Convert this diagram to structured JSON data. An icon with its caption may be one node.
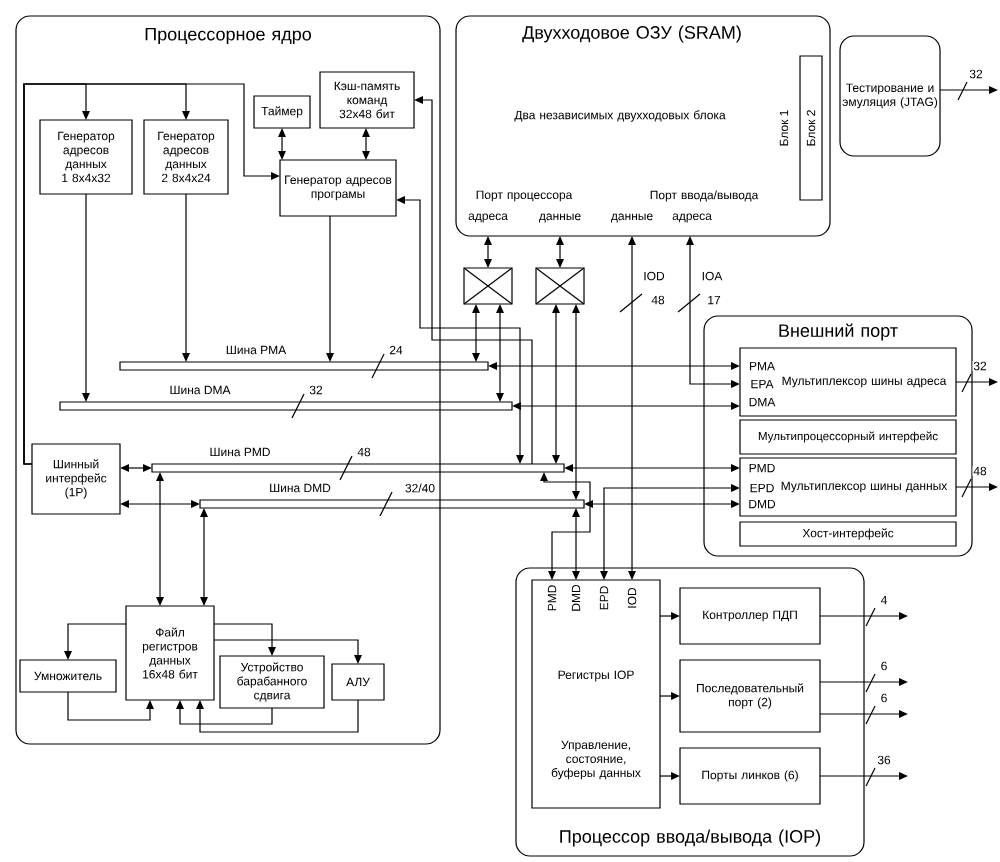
{
  "diagram": {
    "nodes": [
      {
        "text": [
          "Процессорное ядро"
        ]
      },
      {
        "text": [
          "Генератор адресов данных 1 8x4x32"
        ],
        "in": 0
      },
      {
        "text": [
          "Генератор адресов данных 2 8x4x24"
        ],
        "in": 0
      },
      {
        "text": [
          "Таймер"
        ],
        "in": 0
      },
      {
        "text": [
          "Кэш-память команд 32x48 бит"
        ],
        "in": 0
      },
      {
        "text": [
          "Генератор адресов програмы"
        ],
        "in": 0
      },
      {
        "text": [
          "Шинный интерфейс (1P)"
        ],
        "in": 0
      },
      {
        "text": [
          "Файл регистров данных 16x48 бит"
        ],
        "in": 0
      },
      {
        "text": [
          "Умножитель"
        ],
        "in": 0
      },
      {
        "text": [
          "Устройство барабанного сдвига"
        ],
        "in": 0
      },
      {
        "text": [
          "АЛУ"
        ],
        "in": 0
      },
      {
        "text": [
          "Двухходовое ОЗУ (SRAM)",
          "Два независимых двухходовых блока",
          "Порт процессора",
          "адреса",
          "данные",
          "Порт ввода/вывода",
          "данные",
          "адреса",
          "Блок 1"
        ]
      },
      {
        "text": [
          "Блок 2"
        ],
        "in": 11
      },
      {
        "text": [],
        "shape": "box"
      },
      {
        "text": [],
        "shape": "box"
      },
      {
        "text": [
          "Тестирование и эмуляция (JTAG)"
        ]
      },
      {
        "text": [
          "Шина PMA",
          "24"
        ]
      },
      {
        "text": [
          "Шина DMA",
          "32"
        ]
      },
      {
        "text": [
          "Шина PMD",
          "48"
        ]
      },
      {
        "text": [
          "Шина DMD",
          "32/40"
        ]
      },
      {
        "text": [
          "Внешний порт"
        ]
      },
      {
        "text": [
          "PMA",
          "EPA",
          "DMA",
          "Мультиплексор шины адреса"
        ],
        "in": 20
      },
      {
        "text": [
          "Мультипроцессорный интерфейс"
        ],
        "in": 20
      },
      {
        "text": [
          "PMD",
          "EPD",
          "DMD",
          "Мультиплексор шины данных"
        ],
        "in": 20
      },
      {
        "text": [
          "Хост-интерфейс"
        ],
        "in": 20
      },
      {
        "text": [
          "Процессор ввода/вывода (IOP)"
        ]
      },
      {
        "text": [
          "PMD",
          "DMD",
          "EPD",
          "IOD",
          "Регистры IOP",
          "Управление, состояние, буферы данных"
        ],
        "in": 25
      },
      {
        "text": [
          "Контроллер ПДП"
        ],
        "in": 25
      },
      {
        "text": [
          "Последовательный порт (2)"
        ],
        "in": 25
      },
      {
        "text": [
          "Порты линков (6)"
        ],
        "in": 25
      }
    ],
    "edges": [
      {
        "from": 6,
        "to": 1,
        "arrow": "to"
      },
      {
        "from": 6,
        "to": 2,
        "arrow": "to"
      },
      {
        "from": 6,
        "to": 5,
        "arrow": "to"
      },
      {
        "from": 3,
        "to": 5,
        "arrow": "both"
      },
      {
        "from": 4,
        "to": 5,
        "arrow": "both"
      },
      {
        "from": 1,
        "to": 17,
        "arrow": "to"
      },
      {
        "from": 2,
        "to": 16,
        "arrow": "to"
      },
      {
        "from": 5,
        "to": 16,
        "arrow": "to"
      },
      {
        "from": 5,
        "to": 18,
        "arrow": "both"
      },
      {
        "from": 18,
        "to": 4,
        "arrow": "to"
      },
      {
        "from": 6,
        "to": 18,
        "arrow": "both"
      },
      {
        "from": 6,
        "to": 19,
        "arrow": "both"
      },
      {
        "from": 18,
        "to": 7,
        "arrow": "both"
      },
      {
        "from": 19,
        "to": 7,
        "arrow": "both"
      },
      {
        "from": 7,
        "to": 8,
        "arrow": "to"
      },
      {
        "from": 8,
        "to": 7,
        "arrow": "to"
      },
      {
        "from": 7,
        "to": 9,
        "arrow": "to"
      },
      {
        "from": 9,
        "to": 7,
        "arrow": "to"
      },
      {
        "from": 7,
        "to": 10,
        "arrow": "to"
      },
      {
        "from": 10,
        "to": 7,
        "arrow": "to"
      },
      {
        "from": 11,
        "to": 13,
        "arrow": "both"
      },
      {
        "from": 13,
        "to": 16,
        "arrow": "both"
      },
      {
        "from": 13,
        "to": 17,
        "arrow": "both"
      },
      {
        "from": 11,
        "to": 14,
        "arrow": "both"
      },
      {
        "from": 14,
        "to": 18,
        "arrow": "both"
      },
      {
        "from": 14,
        "to": 19,
        "arrow": "both"
      },
      {
        "from": 18,
        "to": 26,
        "arrow": "both"
      },
      {
        "from": 19,
        "to": 26,
        "arrow": "both"
      },
      {
        "from": 11,
        "to": 26,
        "arrow": "both"
      },
      {
        "from": 11,
        "to": 21,
        "arrow": "both"
      },
      {
        "from": 15,
        "to": null,
        "arrow": "to",
        "label": "32"
      },
      {
        "from": 16,
        "to": 21,
        "arrow": "both"
      },
      {
        "from": 17,
        "to": 21,
        "arrow": "both"
      },
      {
        "from": 18,
        "to": 23,
        "arrow": "both"
      },
      {
        "from": 19,
        "to": 23,
        "arrow": "both"
      },
      {
        "from": 26,
        "to": 23,
        "arrow": "both"
      },
      {
        "from": 21,
        "to": null,
        "arrow": "to",
        "label": "32"
      },
      {
        "from": 23,
        "to": null,
        "arrow": "to",
        "label": "48"
      },
      {
        "from": 26,
        "to": 27,
        "arrow": "to"
      },
      {
        "from": 26,
        "to": 28,
        "arrow": "to"
      },
      {
        "from": 26,
        "to": 29,
        "arrow": "to"
      },
      {
        "from": 27,
        "to": null,
        "arrow": "to",
        "label": "4"
      },
      {
        "from": 28,
        "to": null,
        "arrow": "to",
        "label": "6"
      },
      {
        "from": 28,
        "to": null,
        "arrow": "to",
        "label": "6"
      },
      {
        "from": 29,
        "to": null,
        "arrow": "to",
        "label": "36"
      }
    ],
    "labels": [
      "IOD",
      "IOA",
      "48",
      "17"
    ]
  }
}
